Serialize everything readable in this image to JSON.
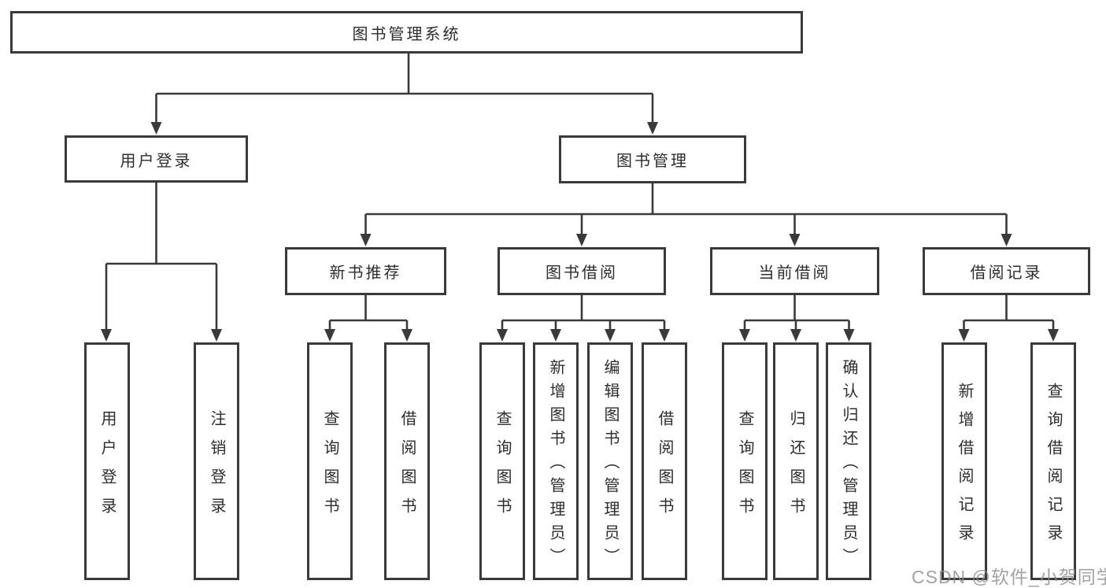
{
  "tree": {
    "root": {
      "label": "图书管理系统",
      "children": [
        {
          "label": "用户登录",
          "children": [
            {
              "label": "用户登录"
            },
            {
              "label": "注销登录"
            }
          ]
        },
        {
          "label": "图书管理",
          "children": [
            {
              "label": "新书推荐",
              "children": [
                {
                  "label": "查询图书"
                },
                {
                  "label": "借阅图书"
                }
              ]
            },
            {
              "label": "图书借阅",
              "children": [
                {
                  "label": "查询图书"
                },
                {
                  "label": "新增图书（管理员）"
                },
                {
                  "label": "编辑图书（管理员）"
                },
                {
                  "label": "借阅图书"
                }
              ]
            },
            {
              "label": "当前借阅",
              "children": [
                {
                  "label": "查询图书"
                },
                {
                  "label": "归还图书"
                },
                {
                  "label": "确认归还（管理员）"
                }
              ]
            },
            {
              "label": "借阅记录",
              "children": [
                {
                  "label": "新增借阅记录"
                },
                {
                  "label": "查询借阅记录"
                }
              ]
            }
          ]
        }
      ]
    }
  },
  "colors": {
    "line": "#3a3a3a",
    "text": "#2d2d2d",
    "background": "#ffffff",
    "watermark": "#8c8c8c"
  },
  "watermark": {
    "text": "CSDN @软件_小贺同学"
  }
}
